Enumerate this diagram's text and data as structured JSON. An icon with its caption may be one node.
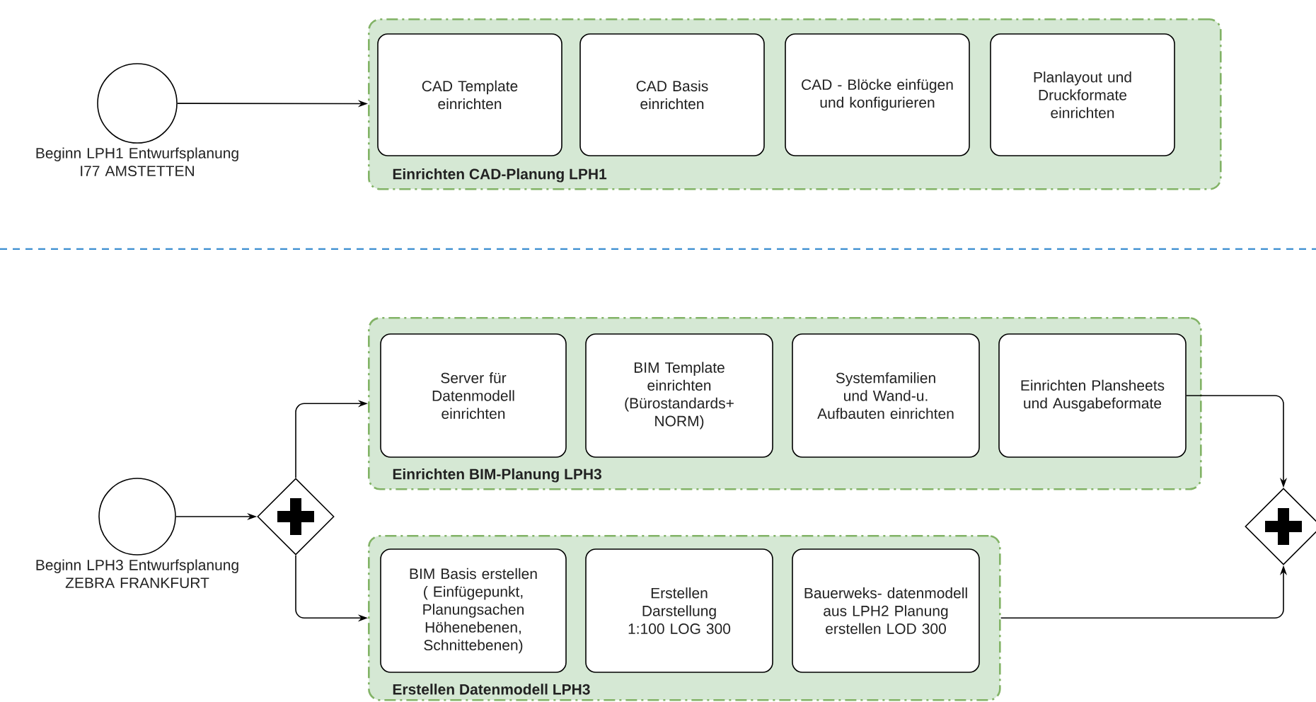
{
  "diagram": {
    "nodes": [
      {
        "text": [],
        "shape": "circle",
        "beside": [
          "Beginn LPH1 Entwurfsplanung I77 AMSTETTEN"
        ]
      },
      {
        "text": [
          "Einrichten CAD-Planung LPH1"
        ]
      },
      {
        "text": [
          "CAD Template einrichten"
        ],
        "in": 1
      },
      {
        "text": [
          "CAD Basis einrichten"
        ],
        "in": 1
      },
      {
        "text": [
          "CAD - Blöcke einfügen und konfigurieren"
        ],
        "in": 1
      },
      {
        "text": [
          "Planlayout und Druckformate einrichten"
        ],
        "in": 1
      },
      {
        "text": [],
        "shape": "circle",
        "beside": [
          "Beginn LPH3 Entwurfsplanung ZEBRA FRANKFURT"
        ]
      },
      {
        "text": [],
        "shape": "diamond"
      },
      {
        "text": [
          "Einrichten BIM-Planung LPH3"
        ]
      },
      {
        "text": [
          "Server für Datenmodell einrichten"
        ],
        "in": 8
      },
      {
        "text": [
          "BIM Template einrichten (Bürostandards+ NORM)"
        ],
        "in": 8
      },
      {
        "text": [
          "Systemfamilien und Wand-u. Aufbauten einrichten"
        ],
        "in": 8
      },
      {
        "text": [
          "Einrichten Plansheets und Ausgabeformate"
        ],
        "in": 8
      },
      {
        "text": [
          "Erstellen Datenmodell LPH3"
        ]
      },
      {
        "text": [
          "BIM Basis erstellen ( Einfügepunkt, Planungsachen Höhenebenen, Schnittebenen)"
        ],
        "in": 13
      },
      {
        "text": [
          "Erstellen Darstellung 1:100 LOG 300"
        ],
        "in": 13
      },
      {
        "text": [
          "Bauerweks- datenmodell aus LPH2 Planung erstellen LOD 300"
        ],
        "in": 13
      },
      {
        "text": [],
        "shape": "diamond"
      }
    ],
    "edges": [
      {
        "from": 0,
        "to": 1,
        "arrow": "to"
      },
      {
        "from": 6,
        "to": 7,
        "arrow": "to"
      },
      {
        "from": 7,
        "to": 8,
        "arrow": "to"
      },
      {
        "from": 7,
        "to": 13,
        "arrow": "to"
      },
      {
        "from": 12,
        "to": 17,
        "arrow": "to"
      },
      {
        "from": 13,
        "to": 17,
        "arrow": "to"
      }
    ]
  }
}
